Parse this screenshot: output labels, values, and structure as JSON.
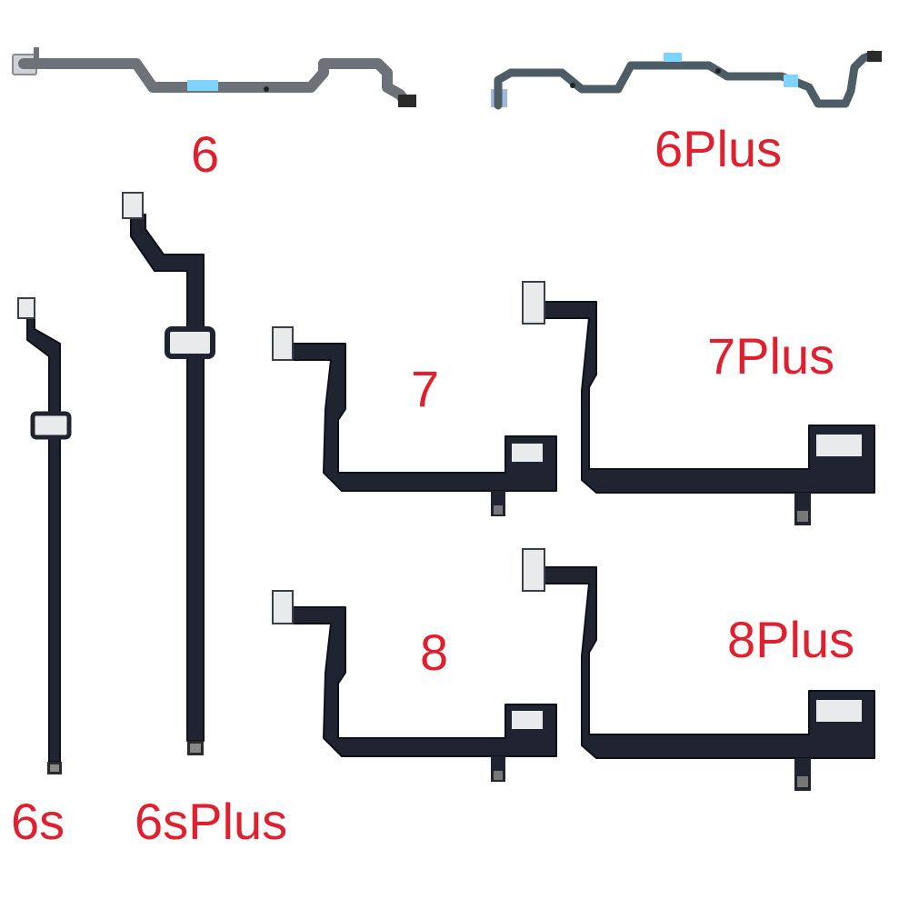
{
  "labels": {
    "l6": "6",
    "l6plus": "6Plus",
    "l6s": "6s",
    "l6splus": "6sPlus",
    "l7": "7",
    "l7plus": "7Plus",
    "l8": "8",
    "l8plus": "8Plus"
  },
  "colors": {
    "label": "#e0202e",
    "cable_dark": "#1f2430",
    "cable_outline": "#0d1018",
    "cable_grey": "#6f7178",
    "cable_blue": "#4c5d66",
    "pad": "#e9eaec",
    "tape": "#7fd3ff",
    "background": "#ffffff"
  }
}
